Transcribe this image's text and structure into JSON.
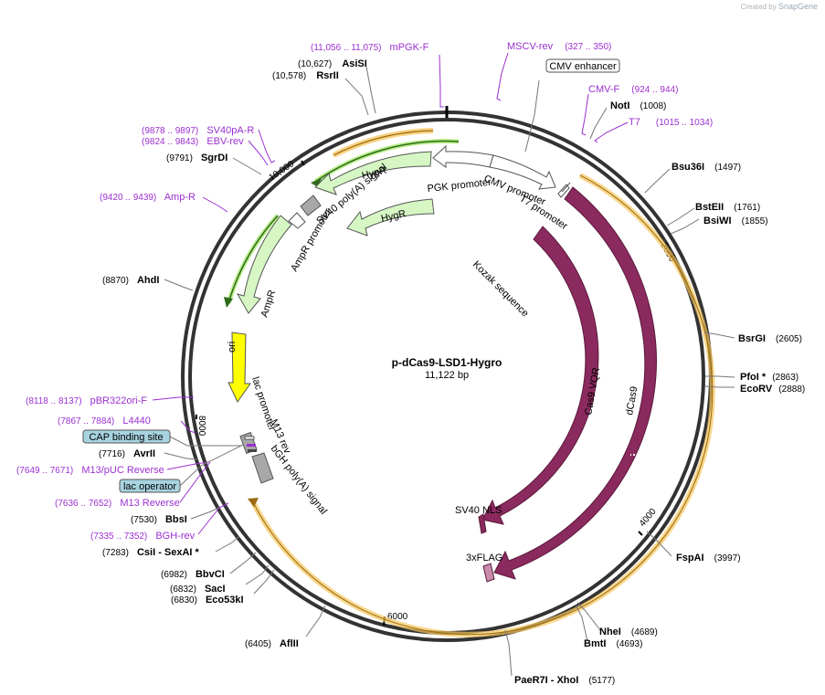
{
  "brand": {
    "created_by": "Created by",
    "app": "SnapGene"
  },
  "plasmid": {
    "name": "p-dCas9-LSD1-Hygro",
    "size": "11,122 bp"
  },
  "ticks": [
    "2000",
    "4000",
    "6000",
    "8000",
    "10,000"
  ],
  "sites": [
    {
      "id": "asisi",
      "enzyme": "AsiSI",
      "pos": "(10,627)"
    },
    {
      "id": "rsrii",
      "enzyme": "RsrII",
      "pos": "(10,578)"
    },
    {
      "id": "noti",
      "enzyme": "NotI",
      "pos": "(1008)"
    },
    {
      "id": "bsu36i",
      "enzyme": "Bsu36I",
      "pos": "(1497)"
    },
    {
      "id": "bsteii",
      "enzyme": "BstEII",
      "pos": "(1761)"
    },
    {
      "id": "bsiwi",
      "enzyme": "BsiWI",
      "pos": "(1855)"
    },
    {
      "id": "bsrgi",
      "enzyme": "BsrGI",
      "pos": "(2605)"
    },
    {
      "id": "pfoi",
      "enzyme": "PfoI *",
      "pos": "(2863)"
    },
    {
      "id": "ecorv",
      "enzyme": "EcoRV",
      "pos": "(2888)"
    },
    {
      "id": "fspai",
      "enzyme": "FspAI",
      "pos": "(3997)"
    },
    {
      "id": "nhei",
      "enzyme": "NheI",
      "pos": "(4689)"
    },
    {
      "id": "bmti",
      "enzyme": "BmtI",
      "pos": "(4693)"
    },
    {
      "id": "paer7i",
      "enzyme": "PaeR7I  - XhoI",
      "pos": "(5177)"
    },
    {
      "id": "afliii",
      "enzyme": "AflII",
      "pos": "(6405)"
    },
    {
      "id": "ecoki",
      "enzyme": "Eco53kI",
      "pos": "(6830)"
    },
    {
      "id": "saci",
      "enzyme": "SacI",
      "pos": "(6832)"
    },
    {
      "id": "bbvci",
      "enzyme": "BbvCI",
      "pos": "(6982)"
    },
    {
      "id": "csii",
      "enzyme": "CsiI  - SexAI *",
      "pos": "(7283)"
    },
    {
      "id": "bbsi",
      "enzyme": "BbsI",
      "pos": "(7530)"
    },
    {
      "id": "avrii",
      "enzyme": "AvrII",
      "pos": "(7716)"
    },
    {
      "id": "ahdi",
      "enzyme": "AhdI",
      "pos": "(8870)"
    },
    {
      "id": "sgrdi",
      "enzyme": "SgrDI",
      "pos": "(9791)"
    }
  ],
  "primers": [
    {
      "id": "mpgkf",
      "name": "mPGK-F",
      "pos": "(11,056 .. 11,075)"
    },
    {
      "id": "mscvrev",
      "name": "MSCV-rev",
      "pos": "(327 .. 350)"
    },
    {
      "id": "cmvf",
      "name": "CMV-F",
      "pos": "(924 .. 944)"
    },
    {
      "id": "t7",
      "name": "T7",
      "pos": "(1015 .. 1034)"
    },
    {
      "id": "sv40par",
      "name": "SV40pA-R",
      "pos": "(9878 .. 9897)"
    },
    {
      "id": "ebvrev",
      "name": "EBV-rev",
      "pos": "(9824 .. 9843)"
    },
    {
      "id": "ampr",
      "name": "Amp-R",
      "pos": "(9420 .. 9439)"
    },
    {
      "id": "pbr322",
      "name": "pBR322ori-F",
      "pos": "(8118 .. 8137)"
    },
    {
      "id": "l4440",
      "name": "L4440",
      "pos": "(7867 .. 7884)"
    },
    {
      "id": "m13puc",
      "name": "M13/pUC Reverse",
      "pos": "(7649 .. 7671)"
    },
    {
      "id": "m13rev",
      "name": "M13 Reverse",
      "pos": "(7636 .. 7652)"
    },
    {
      "id": "bghrev",
      "name": "BGH-rev",
      "pos": "(7335 .. 7352)"
    }
  ],
  "boxes": {
    "cmv_enhancer": "CMV enhancer",
    "cap": "CAP binding site",
    "lac_operator": "lac operator"
  },
  "features": {
    "pgk_promoter": "PGK promoter",
    "cmv_promoter": "CMV promoter",
    "t7_promoter": "T7 promoter",
    "kozak": "Kozak sequence",
    "hygr_outer": "HygR",
    "hygr_inner": "HygR",
    "sv40_polya": "SV40 poly(A) signal",
    "ampr_promoter": "AmpR promoter",
    "ampr": "AmpR",
    "ori": "ori",
    "lac_promoter": "lac promoter",
    "m13_rev": "M13 rev",
    "bgh": "bGH poly(A) signal",
    "cas9_vqr": "Cas9 VQR",
    "dcas9": "dCas9",
    "sv40_nls": "SV40 NLS",
    "flag": "3xFLAG"
  },
  "colors": {
    "primer": "#9b30d0",
    "cas9": "#8b2a5e",
    "hygr": "#d6f7c4",
    "yellow": "#ffff00",
    "orf_glow": "#f5c45a",
    "promoter": "#ffffff",
    "box": "#a7d3e0",
    "grey": "#a8a8a8"
  }
}
